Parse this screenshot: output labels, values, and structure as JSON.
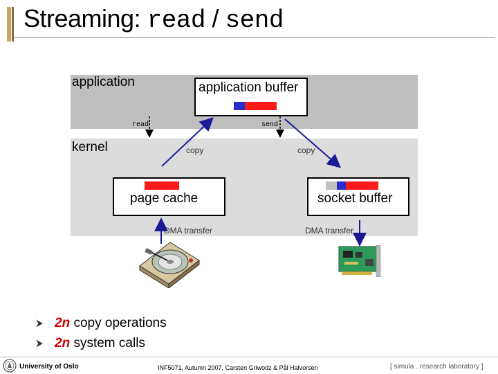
{
  "slide": {
    "title_prefix": "Streaming:",
    "title_read": "read",
    "title_sep": "/",
    "title_send": "send"
  },
  "diagram": {
    "application_label": "application",
    "kernel_label": "kernel",
    "app_buffer_label": "application buffer",
    "page_cache_label": "page cache",
    "socket_buffer_label": "socket buffer",
    "read_call": "read",
    "send_call": "send",
    "copy_left": "copy",
    "copy_right": "copy",
    "dma_left": "DMA transfer",
    "dma_right": "DMA transfer",
    "icons": [
      "hard-disk-icon",
      "network-card-icon"
    ],
    "colors": {
      "red": "#ff1a1a",
      "blue": "#2b2bcc",
      "gray": "#c0c0c0",
      "arrow": "#1a1a99"
    }
  },
  "bullets": [
    {
      "n": "2n",
      "text": " copy operations"
    },
    {
      "n": "2n",
      "text": " system calls"
    }
  ],
  "footer": {
    "university": "University of Oslo",
    "course": "INF5071,  Autumn 2007,  Carsten Griwodz & Pål Halvorsen",
    "lab": "[ simula . research laboratory ]"
  }
}
